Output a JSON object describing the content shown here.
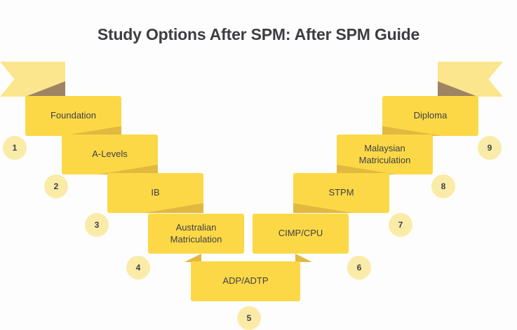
{
  "page": {
    "title": "Study Options After SPM: After SPM Guide",
    "background_color": "#fdfdfd"
  },
  "theme": {
    "card_color": "#fcd847",
    "ribbon_color": "#fbe68d",
    "fold_shadow_color": "#e2b93e",
    "ribbon_shadow_color": "#9e8463",
    "badge_color": "#faeba8",
    "text_color": "#3f3f46",
    "title_color": "#3d3d42"
  },
  "steps": [
    {
      "number": "1",
      "label": "Foundation",
      "side": "left"
    },
    {
      "number": "2",
      "label": "A-Levels",
      "side": "left"
    },
    {
      "number": "3",
      "label": "IB",
      "side": "left"
    },
    {
      "number": "4",
      "label": "Australian\nMatriculation",
      "side": "left"
    },
    {
      "number": "5",
      "label": "ADP/ADTP",
      "side": "center"
    },
    {
      "number": "6",
      "label": "CIMP/CPU",
      "side": "right"
    },
    {
      "number": "7",
      "label": "STPM",
      "side": "right"
    },
    {
      "number": "8",
      "label": "Malaysian\nMatriculation",
      "side": "right"
    },
    {
      "number": "9",
      "label": "Diploma",
      "side": "right"
    }
  ]
}
